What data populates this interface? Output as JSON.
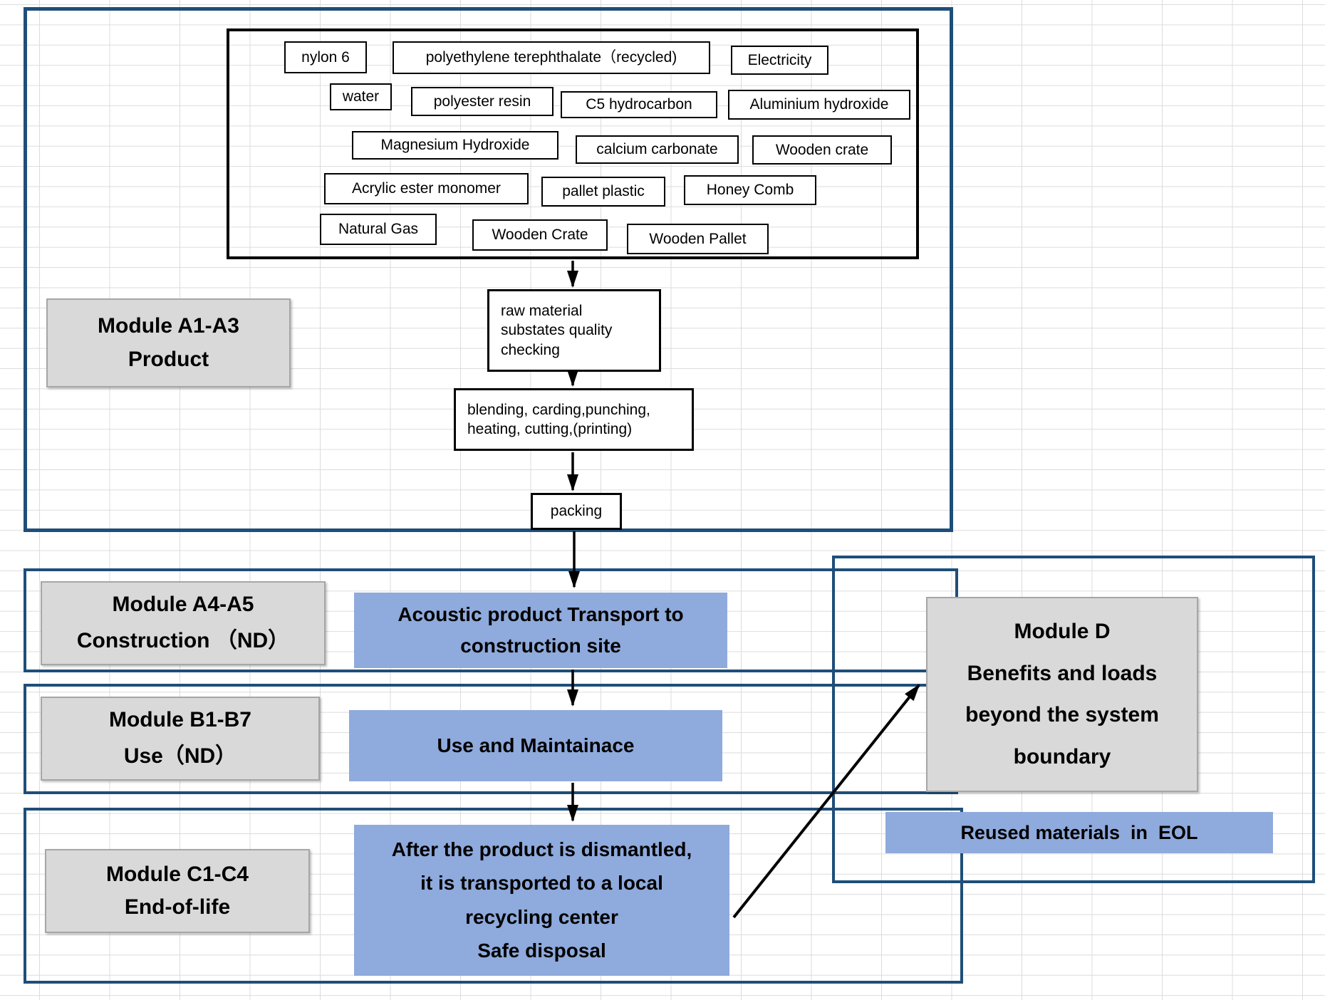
{
  "colors": {
    "container_border": "#1f4e79",
    "process_blue": "#8faadc",
    "module_gray": "#d9d9d9",
    "grid_line": "#dcdcdc",
    "arrow_black": "#000000"
  },
  "materials": {
    "nylon6": "nylon 6",
    "pet_recycled": "polyethylene terephthalate（recycled)",
    "electricity": "Electricity",
    "water": "water",
    "polyester_resin": "polyester resin",
    "c5_hydrocarbon": "C5 hydrocarbon",
    "aluminium_hydroxide": "Aluminium hydroxide",
    "magnesium_hydroxide": "Magnesium Hydroxide",
    "calcium_carbonate": "calcium carbonate",
    "wooden_crate_1": "Wooden crate",
    "acrylic_ester_monomer": "Acrylic ester monomer",
    "pallet_plastic": "pallet plastic",
    "honey_comb": "Honey Comb",
    "natural_gas": "Natural Gas",
    "wooden_crate_2": "Wooden Crate",
    "wooden_pallet": "Wooden Pallet"
  },
  "process": {
    "quality_check": {
      "l1": "raw material",
      "l2": "substates quality",
      "l3": "checking"
    },
    "blending": {
      "l1": "blending, carding,punching,",
      "l2": "heating, cutting,(printing)"
    },
    "packing": "packing"
  },
  "module_a13": {
    "l1": "Module A1-A3",
    "l2": "Product"
  },
  "module_a45": {
    "l1": "Module A4-A5",
    "l2": "Construction （ND）",
    "action_l1": "Acoustic product Transport to",
    "action_l2": "construction site"
  },
  "module_b17": {
    "l1": "Module B1-B7",
    "l2": "Use（ND）",
    "action": "Use and Maintainace"
  },
  "module_c14": {
    "l1": "Module C1-C4",
    "l2": "End-of-life",
    "action_l1": "After the product is dismantled,",
    "action_l2": "it is transported to a local",
    "action_l3": "recycling center",
    "action_l4": "Safe disposal"
  },
  "module_d": {
    "l1": "Module D",
    "l2": "Benefits and loads",
    "l3": "beyond the system",
    "l4": "boundary",
    "reused": "Reused materials  in  EOL"
  }
}
